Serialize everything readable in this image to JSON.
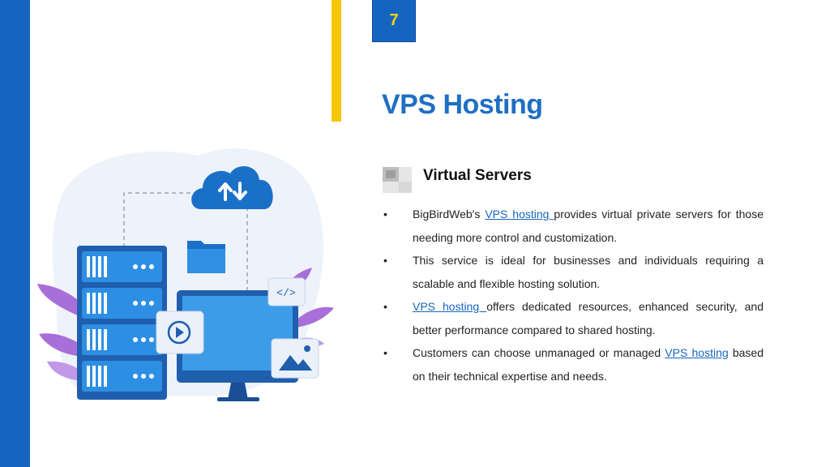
{
  "slide": {
    "page_number": "7",
    "title": "VPS Hosting",
    "subtitle": "Virtual Servers",
    "bullet_char": "•",
    "bullets": [
      {
        "pre": "BigBirdWeb's ",
        "link": "VPS hosting ",
        "post": "provides virtual private servers for those needing more control and customization."
      },
      {
        "pre": "This service is ideal for businesses and individuals requiring a scalable and flexible hosting solution.",
        "link": "",
        "post": ""
      },
      {
        "pre": "",
        "link": "VPS hosting ",
        "post": "offers dedicated resources, enhanced security, and better performance compared to shared hosting."
      },
      {
        "pre": "Customers can choose unmanaged or managed ",
        "link": "VPS hosting",
        "post": " based on their technical expertise and needs."
      }
    ]
  },
  "illustration": {
    "code_tag": "</>",
    "icons": [
      "server-rack-icon",
      "cloud-sync-icon",
      "folder-icon",
      "monitor-icon",
      "play-icon",
      "code-icon",
      "image-icon",
      "leaf-icon"
    ]
  },
  "colors": {
    "accent_blue": "#1565c0",
    "accent_yellow": "#f5c800",
    "title_blue": "#1f6fc3",
    "link_blue": "#1565c0"
  }
}
